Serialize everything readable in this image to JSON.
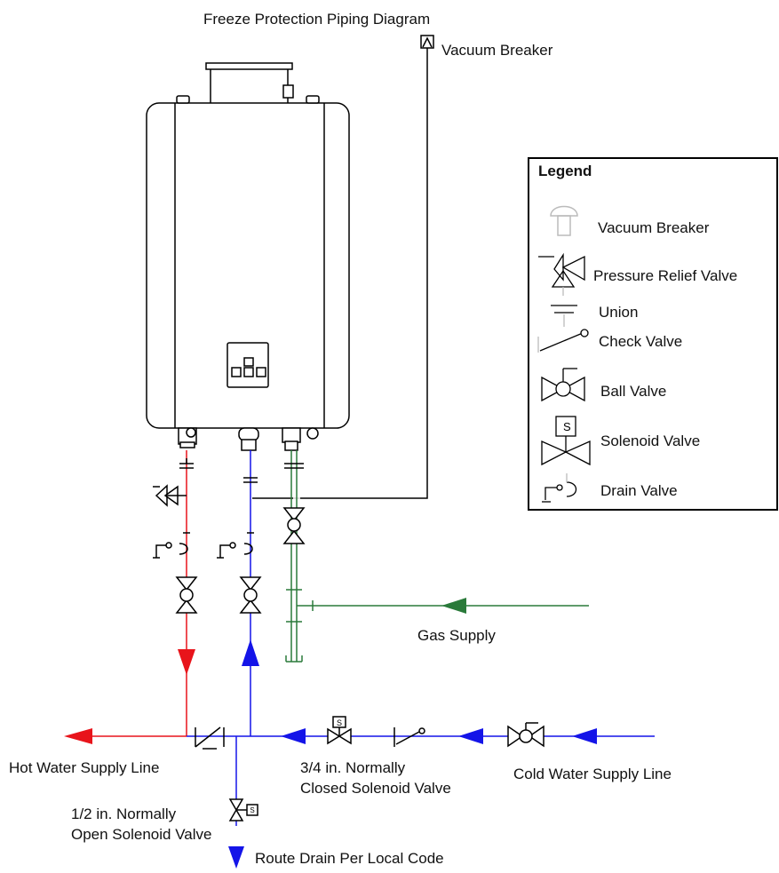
{
  "title": "Freeze Protection Piping Diagram",
  "labels": {
    "vacuum_breaker": "Vacuum Breaker",
    "gas_supply": "Gas Supply",
    "hot_water_supply": "Hot Water Supply Line",
    "cold_water_supply": "Cold Water Supply Line",
    "closed_solenoid": "3/4 in. Normally Closed Solenoid Valve",
    "open_solenoid": "1/2 in. Normally Open Solenoid Valve",
    "drain": "Route Drain Per Local Code"
  },
  "legend": {
    "title": "Legend",
    "items": [
      {
        "label": "Vacuum Breaker",
        "icon": "vacuum-breaker-icon"
      },
      {
        "label": "Pressure Relief Valve",
        "icon": "pressure-relief-valve-icon"
      },
      {
        "label": "Union",
        "icon": "union-icon"
      },
      {
        "label": "Check Valve",
        "icon": "check-valve-icon"
      },
      {
        "label": "Ball Valve",
        "icon": "ball-valve-icon"
      },
      {
        "label": "Solenoid Valve",
        "icon": "solenoid-valve-icon"
      },
      {
        "label": "Drain Valve",
        "icon": "drain-valve-icon"
      }
    ]
  },
  "solenoid_mark": "S",
  "colors": {
    "hot": "#e8141b",
    "cold": "#1414e8",
    "gas": "#2a7a3a",
    "outline": "#000000"
  }
}
